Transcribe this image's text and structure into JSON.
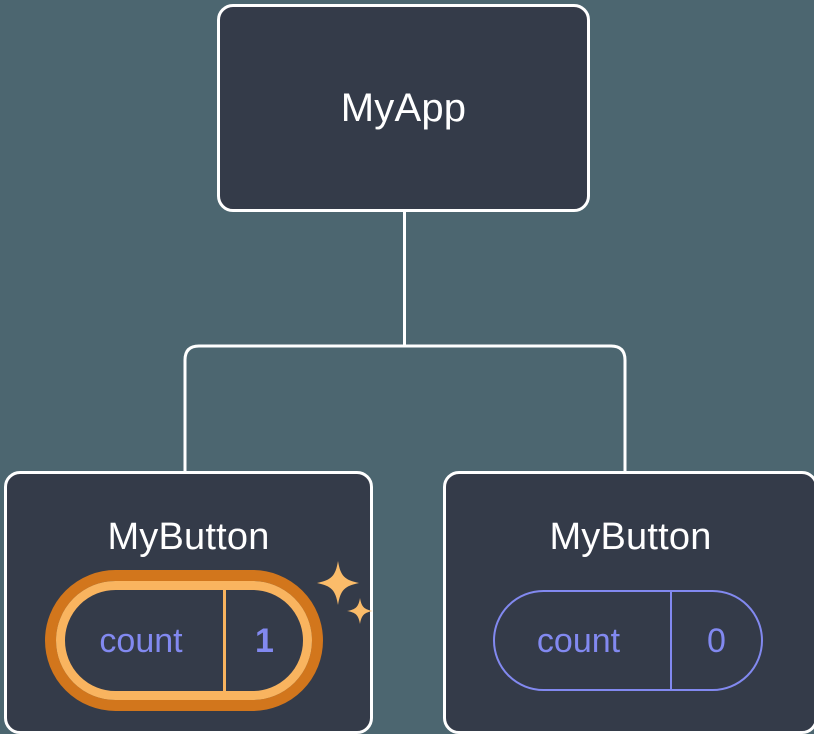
{
  "diagram": {
    "type": "component-tree",
    "background_color": "#4c6670",
    "node_fill_color": "#343b49",
    "node_border_color": "#ffffff",
    "connector_color": "#ffffff",
    "state_accent_color": "#8289f0",
    "highlight_outer_color": "#d2761c",
    "highlight_inner_color": "#f9b45f"
  },
  "root": {
    "title": "MyApp"
  },
  "children": [
    {
      "title": "MyButton",
      "state": {
        "key": "count",
        "value": "1",
        "highlighted": true,
        "sparkle_count": 2
      }
    },
    {
      "title": "MyButton",
      "state": {
        "key": "count",
        "value": "0",
        "highlighted": false,
        "sparkle_count": 0
      }
    }
  ]
}
